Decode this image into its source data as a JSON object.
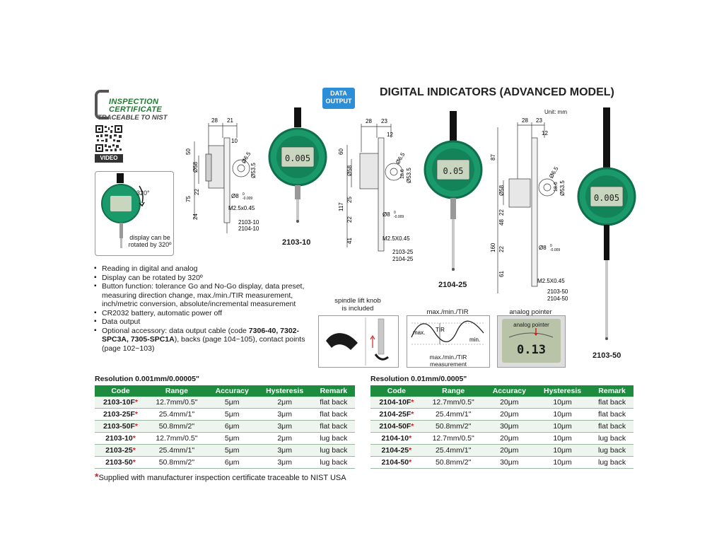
{
  "certificate": {
    "line1": "INSPECTION",
    "line2": "CERTIFICATE",
    "line3": "TRACEABLE TO NIST"
  },
  "video_label": "VIDEO",
  "data_output_badge": [
    "DATA",
    "OUTPUT"
  ],
  "title": "DIGITAL INDICATORS (ADVANCED MODEL)",
  "unit_label": "Unit: mm",
  "rotation": {
    "angle_label": "320°",
    "caption": "display can be rotated by 320º"
  },
  "models": {
    "m1": {
      "label": "2103-10",
      "drawing_codes": [
        "2103-10",
        "2104-10"
      ],
      "display": "0.005"
    },
    "m2": {
      "label": "2104-25",
      "drawing_codes": [
        "2103-25",
        "2104-25"
      ],
      "display": "0.05"
    },
    "m3": {
      "label": "2103-50",
      "drawing_codes": [
        "2103-50",
        "2104-50"
      ],
      "display": "0.005"
    }
  },
  "dims": {
    "d1": {
      "top_a": "28",
      "top_b": "21",
      "a": "10",
      "b": "50",
      "c": "Ø58",
      "d": "Ø6.5",
      "e": "Ø53.5",
      "f": "22",
      "g": "75",
      "h": "24",
      "stem": "Ø8",
      "stem_tol_top": "0",
      "stem_tol_bot": "-0.009",
      "thread": "M2.5x0.45"
    },
    "d2": {
      "top_a": "28",
      "top_b": "23",
      "a": "12",
      "b": "60",
      "c": "Ø58",
      "d": "Ø6.5",
      "e": "Ø53.5",
      "f": "18.6",
      "g": "25",
      "h": "117",
      "i": "22",
      "j": "41",
      "stem": "Ø8",
      "stem_tol_top": "0",
      "stem_tol_bot": "-0.009",
      "thread": "M2.5X0.45"
    },
    "d3": {
      "top_a": "28",
      "top_b": "23",
      "a": "12",
      "b": "87",
      "c": "Ø58",
      "d": "Ø6.5",
      "e": "Ø53.5",
      "f": "18.6",
      "g": "22",
      "h": "48",
      "i": "160",
      "j": "22",
      "k": "61",
      "stem": "Ø8",
      "stem_tol_top": "0",
      "stem_tol_bot": "-0.009",
      "thread": "M2.5X0.45"
    }
  },
  "features": [
    "Reading in digital and analog",
    "Display can be rotated by 320º",
    "Button function: tolerance Go and No-Go display, data preset, measuring direction change, max./min./TIR measurement, inch/metric conversion, absolute/incremental measurement",
    "CR2032 battery, automatic power off",
    "Data output"
  ],
  "optional": {
    "pre": "Optional accessory: data output cable (code ",
    "codes": "7306-40, 7302-SPC3A, 7305-SPC1A",
    "post": "), backs (page 104~105), contact points (page 102~103)"
  },
  "details": {
    "spindle": {
      "title": [
        "spindle lift knob",
        "is included"
      ]
    },
    "tir": {
      "title": "max./min./TIR",
      "max": "max.",
      "tir": "TIR",
      "min": "min.",
      "caption": [
        "max./min./TIR",
        "measurement"
      ]
    },
    "pointer": {
      "title": "analog pointer",
      "inner": "analog pointer",
      "reading": "0.13"
    }
  },
  "table_headers": [
    "Code",
    "Range",
    "Accuracy",
    "Hysteresis",
    "Remark"
  ],
  "table1": {
    "title": "Resolution 0.001mm/0.00005\"",
    "rows": [
      [
        "2103-10F",
        "12.7mm/0.5\"",
        "5μm",
        "2μm",
        "flat back"
      ],
      [
        "2103-25F",
        "25.4mm/1\"",
        "5μm",
        "3μm",
        "flat back"
      ],
      [
        "2103-50F",
        "50.8mm/2\"",
        "6μm",
        "3μm",
        "flat back"
      ],
      [
        "2103-10",
        "12.7mm/0.5\"",
        "5μm",
        "2μm",
        "lug back"
      ],
      [
        "2103-25",
        "25.4mm/1\"",
        "5μm",
        "3μm",
        "lug back"
      ],
      [
        "2103-50",
        "50.8mm/2\"",
        "6μm",
        "3μm",
        "lug back"
      ]
    ]
  },
  "table2": {
    "title": "Resolution 0.01mm/0.0005\"",
    "rows": [
      [
        "2104-10F",
        "12.7mm/0.5\"",
        "20μm",
        "10μm",
        "flat back"
      ],
      [
        "2104-25F",
        "25.4mm/1\"",
        "20μm",
        "10μm",
        "flat back"
      ],
      [
        "2104-50F",
        "50.8mm/2\"",
        "30μm",
        "10μm",
        "flat back"
      ],
      [
        "2104-10",
        "12.7mm/0.5\"",
        "20μm",
        "10μm",
        "lug back"
      ],
      [
        "2104-25",
        "25.4mm/1\"",
        "20μm",
        "10μm",
        "lug back"
      ],
      [
        "2104-50",
        "50.8mm/2\"",
        "30μm",
        "10μm",
        "lug back"
      ]
    ]
  },
  "star": "*",
  "footnote": "Supplied with manufacturer inspection certificate traceable to NIST USA",
  "colors": {
    "green": "#1e8c3e",
    "dial": "#1a9a6b",
    "blue": "#2b8ed6",
    "star": "#d21f1f"
  }
}
